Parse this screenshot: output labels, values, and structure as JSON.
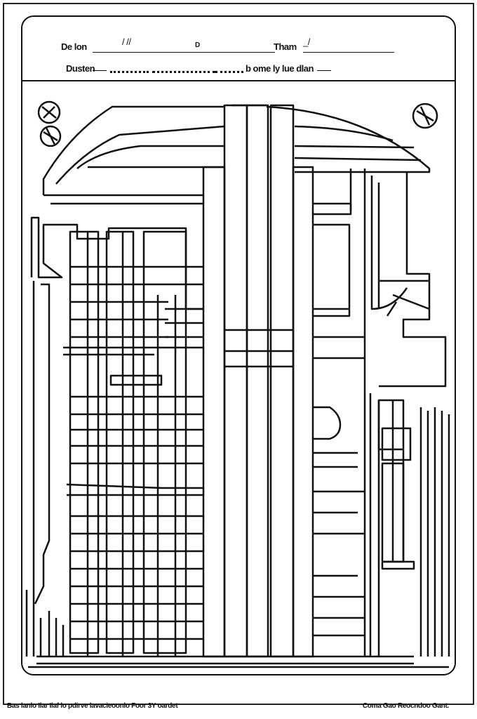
{
  "header": {
    "date_label": "De lon",
    "date_scribble": "/ //",
    "mid_mark": "D",
    "time_label": "Tham",
    "time_scribble": "_/",
    "description_label": "Dusten",
    "description_text": "b ome ly lue dlan"
  },
  "footer": {
    "left_text": "Bas lanlo Ilar Ilaf lo pdirve lavacieoonlo Foor 3Y oardet",
    "right_text": "Coma Gao Reocndoo Gant."
  }
}
